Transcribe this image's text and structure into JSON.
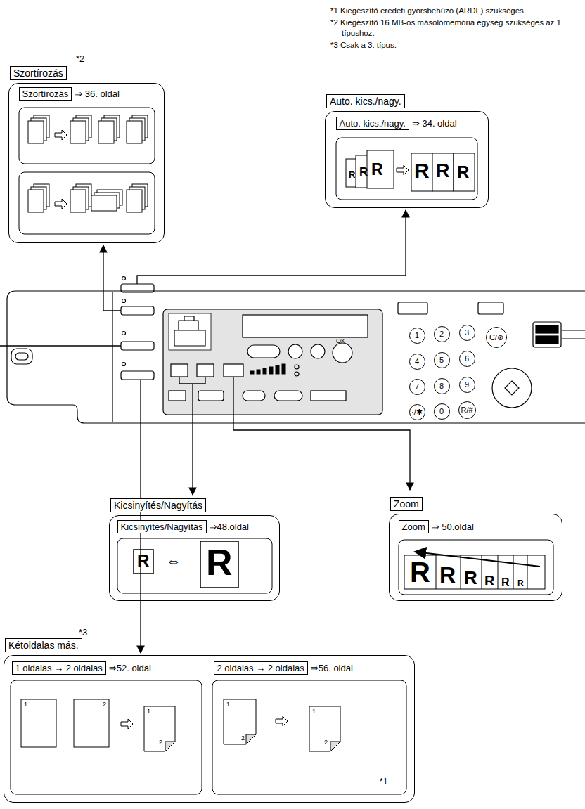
{
  "diagram": {
    "nodes": [
      {
        "text": [
          "Szortírozás"
        ]
      },
      {
        "text": [
          "Szortírozás",
          "⇒ 36. oldal"
        ],
        "in": 0
      },
      {
        "text": [
          "Auto. kics./nagy."
        ]
      },
      {
        "text": [
          "Auto. kics./nagy.",
          "⇒ 34. oldal"
        ],
        "in": 2
      },
      {
        "text": [
          "Kicsinyítés/Nagyítás"
        ]
      },
      {
        "text": [
          "Kicsinyítés/Nagyítás",
          "⇒48.oldal"
        ],
        "in": 4
      },
      {
        "text": [
          "Zoom"
        ]
      },
      {
        "text": [
          "Zoom",
          "⇒ 50.oldal"
        ],
        "in": 6
      },
      {
        "text": [
          "Kétoldalas más."
        ]
      },
      {
        "text": [
          "1 oldalas → 2 oldalas",
          "⇒52. oldal"
        ],
        "in": 8
      },
      {
        "text": [
          "2 oldalas → 2 oldalas",
          "⇒56. oldal"
        ],
        "in": 8
      },
      {
        "text": [
          "1"
        ]
      },
      {
        "text": [
          "2"
        ]
      },
      {
        "text": [
          "3"
        ]
      },
      {
        "text": [
          "C/⊛"
        ]
      },
      {
        "text": [
          "4"
        ]
      },
      {
        "text": [
          "5"
        ]
      },
      {
        "text": [
          "6"
        ]
      },
      {
        "text": [
          "7"
        ]
      },
      {
        "text": [
          "8"
        ]
      },
      {
        "text": [
          "9"
        ]
      },
      {
        "text": [
          "·/✱"
        ]
      },
      {
        "text": [
          "0"
        ]
      },
      {
        "text": [
          "R/#"
        ]
      }
    ],
    "labels": [
      "*1 Kiegészítő eredeti gyorsbehúzó (ARDF) szükséges.",
      "*2 Kiegészítő 16 MB-os másolómemória egység szükséges az 1. típushoz.",
      "*3 Csak a 3. típus.",
      "*2",
      "*3",
      "OK",
      "R",
      "R",
      "R",
      "R",
      "R",
      "R",
      "R",
      "⇔",
      "R",
      "R",
      "R",
      "R",
      "R",
      "R",
      "R",
      "1",
      "2",
      "1",
      "2",
      "1",
      "2",
      "1",
      "2",
      "*1"
    ]
  }
}
